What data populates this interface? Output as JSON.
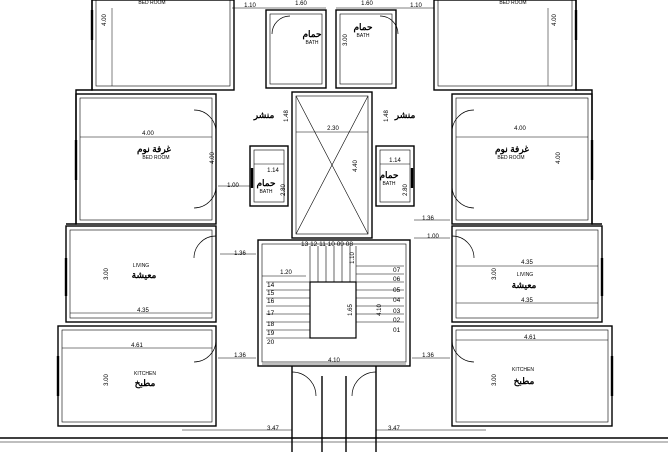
{
  "rooms": {
    "bed_ar": "غرفة نوم",
    "bed_en": "BED ROOM",
    "bath_ar": "حمام",
    "bath_en": "BATH",
    "living_ar": "معيشة",
    "living_en": "LIVING",
    "kitchen_ar": "مطبخ",
    "kitchen_en": "KITCHEN",
    "shaft_ar": "منشر"
  },
  "dims": {
    "d110": "1.10",
    "d160": "1.60",
    "d400": "4.00",
    "d300": "3.00",
    "d148": "1.48",
    "d230": "2.30",
    "d440": "4.40",
    "d114": "1.14",
    "d280": "2.80",
    "d100": "1.00",
    "d136": "1.36",
    "d120": "1.20",
    "d435": "4.35",
    "d165": "1.65",
    "d410": "4.10",
    "d461": "4.61",
    "d347": "3.47"
  },
  "stairs": {
    "left": [
      "14",
      "15",
      "16",
      "17",
      "18",
      "19",
      "20"
    ],
    "right": [
      "07",
      "06",
      "05",
      "04",
      "03",
      "02",
      "01"
    ],
    "top": "13 12 11 10 09 08"
  }
}
